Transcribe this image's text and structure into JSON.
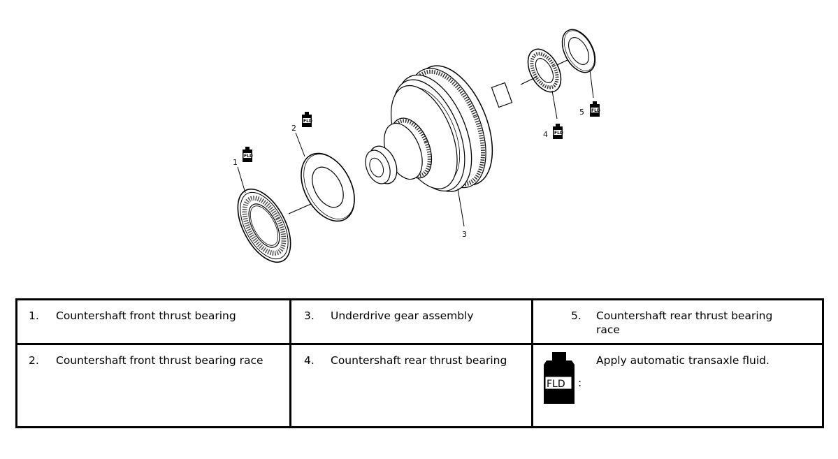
{
  "diagram": {
    "callouts": [
      "1",
      "2",
      "3",
      "4",
      "5"
    ],
    "fluid_icon_label": "FLD"
  },
  "legend": {
    "rows": [
      [
        {
          "num": "1.",
          "text": "Countershaft front thrust bearing"
        },
        {
          "num": "3.",
          "text": "Underdrive gear assembly"
        },
        {
          "num": "5.",
          "text": "Countershaft rear thrust bearing race"
        }
      ],
      [
        {
          "num": "2.",
          "text": "Countershaft front thrust bearing race"
        },
        {
          "num": "4.",
          "text": "Countershaft rear thrust bearing"
        },
        {
          "icon_label": "FLD",
          "colon": ":",
          "text": "Apply automatic transaxle fluid."
        }
      ]
    ]
  }
}
